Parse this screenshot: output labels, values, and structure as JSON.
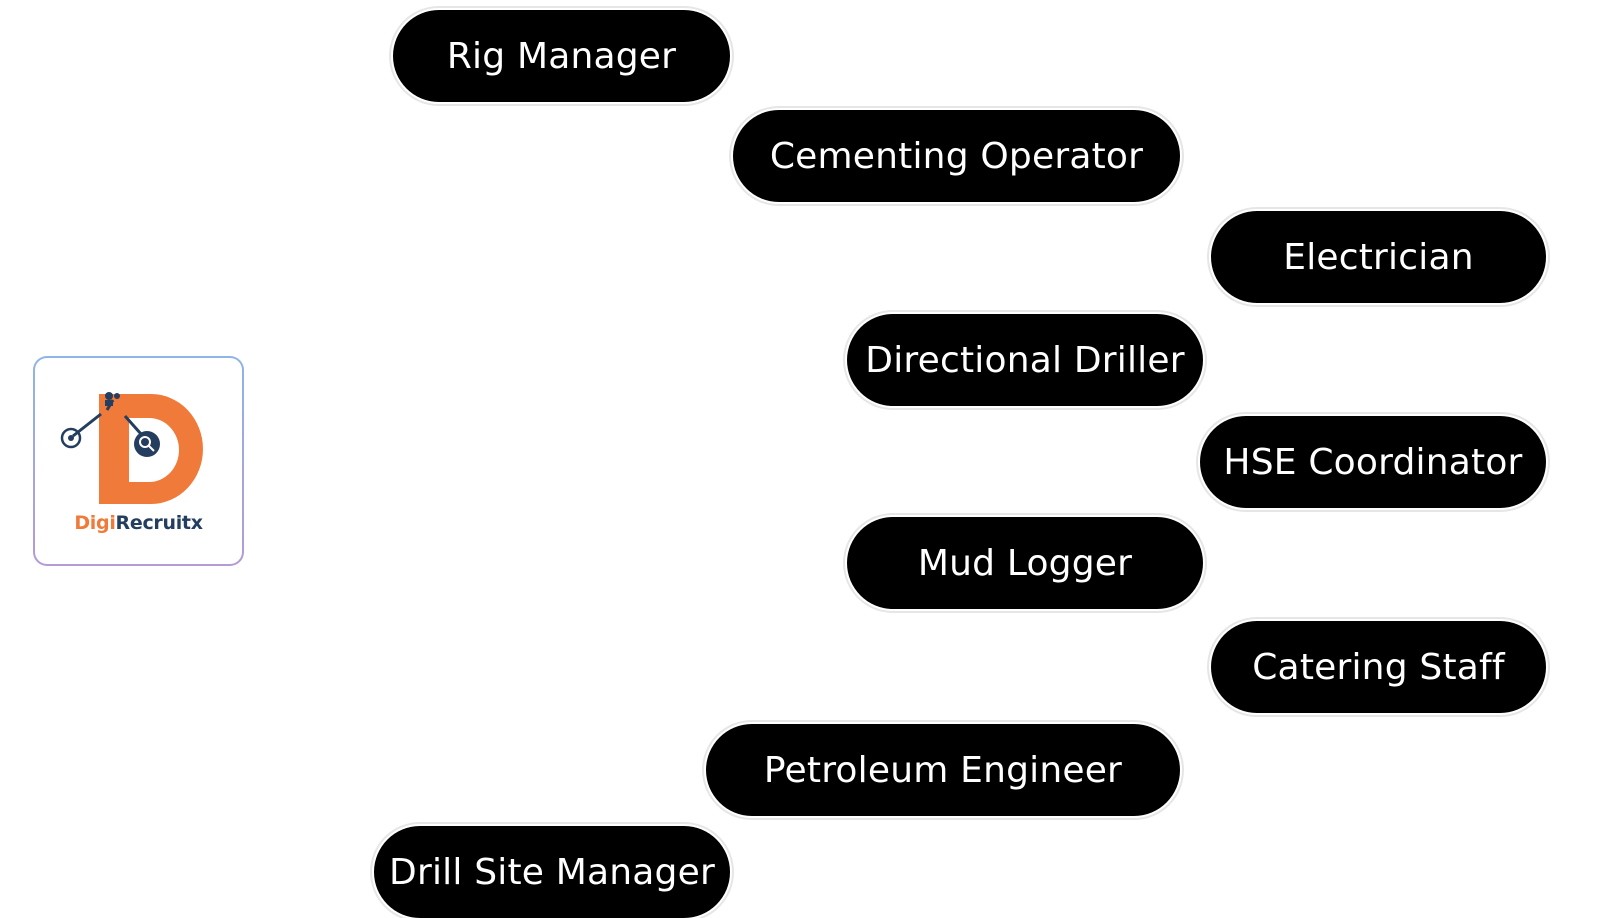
{
  "brand": {
    "name_part1": "Digi",
    "name_part2": "Recruitx",
    "accent_color": "#f07a3a",
    "navy_color": "#233e5e"
  },
  "roles": [
    "Rig Manager",
    "Cementing Operator",
    "Electrician",
    "Directional Driller",
    "HSE Coordinator",
    "Mud Logger",
    "Catering Staff",
    "Petroleum Engineer",
    "Drill Site Manager"
  ]
}
